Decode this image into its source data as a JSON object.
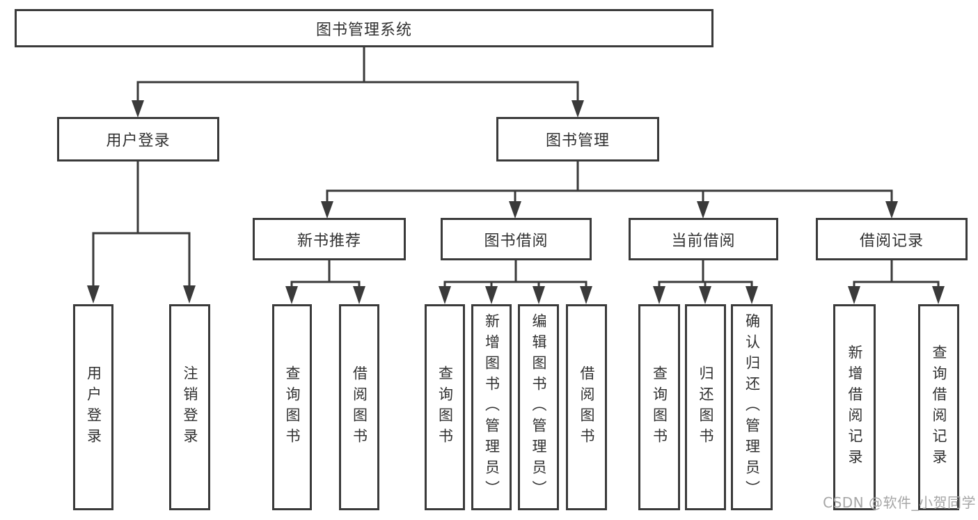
{
  "diagram": {
    "root": {
      "label": "图书管理系统"
    },
    "branches": [
      {
        "label": "用户登录",
        "children": [
          {
            "label": "用户登录"
          },
          {
            "label": "注销登录"
          }
        ]
      },
      {
        "label": "图书管理",
        "children": [
          {
            "label": "新书推荐",
            "children": [
              {
                "label": "查询图书"
              },
              {
                "label": "借阅图书"
              }
            ]
          },
          {
            "label": "图书借阅",
            "children": [
              {
                "label": "查询图书"
              },
              {
                "label": "新增图书（管理员）"
              },
              {
                "label": "编辑图书（管理员）"
              },
              {
                "label": "借阅图书"
              }
            ]
          },
          {
            "label": "当前借阅",
            "children": [
              {
                "label": "查询图书"
              },
              {
                "label": "归还图书"
              },
              {
                "label": "确认归还（管理员）"
              }
            ]
          },
          {
            "label": "借阅记录",
            "children": [
              {
                "label": "新增借阅记录"
              },
              {
                "label": "查询借阅记录"
              }
            ]
          }
        ]
      }
    ]
  },
  "watermark": {
    "text": "CSDN @软件_小贺同学"
  },
  "colors": {
    "line": "#3a3a3a",
    "text": "#303030",
    "background": "#ffffff",
    "watermark": "#a6a6a6"
  }
}
